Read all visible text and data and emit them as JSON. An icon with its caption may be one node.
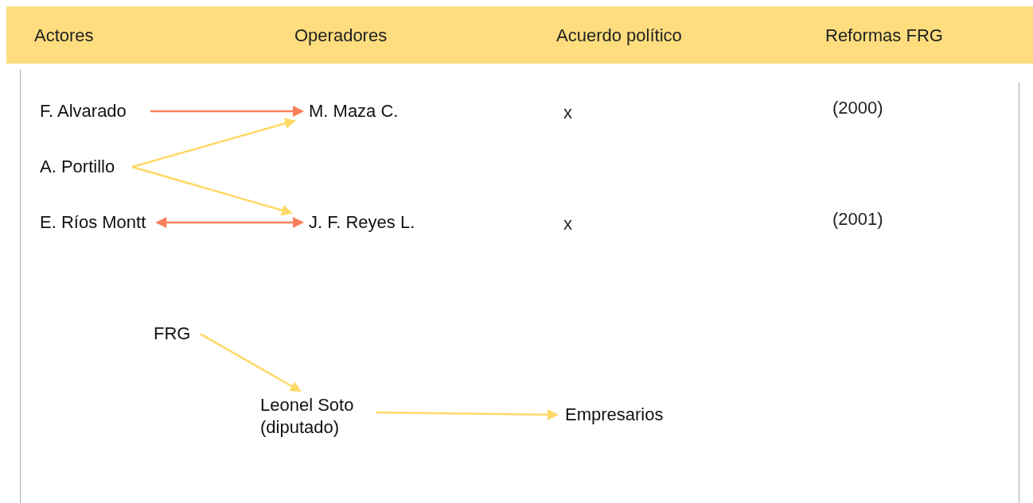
{
  "diagram": {
    "nodes": [
      {
        "text": [
          "F. Alvarado"
        ]
      },
      {
        "text": [
          "M. Maza C."
        ]
      },
      {
        "text": [
          "A. Portillo"
        ]
      },
      {
        "text": [
          "E. Ríos Montt"
        ]
      },
      {
        "text": [
          "J. F. Reyes L."
        ]
      },
      {
        "text": [
          "FRG"
        ]
      },
      {
        "text": [
          "Leonel Soto (diputado)"
        ]
      },
      {
        "text": [
          "Empresarios"
        ]
      }
    ],
    "edges": [
      {
        "from": 0,
        "to": 1,
        "arrow": "to",
        "color": "#f9805b"
      },
      {
        "from": 2,
        "to": 1,
        "arrow": "to"
      },
      {
        "from": 2,
        "to": 4,
        "arrow": "to"
      },
      {
        "from": 3,
        "to": 4,
        "arrow": "both",
        "color": "#f9805b"
      },
      {
        "from": 5,
        "to": 6,
        "arrow": "to"
      },
      {
        "from": 6,
        "to": 7,
        "arrow": "to"
      }
    ],
    "labels": [
      "Actores",
      "Operadores",
      "Acuerdo político",
      "Reformas FRG",
      "x",
      "(2000)",
      "x",
      "(2001)"
    ]
  }
}
